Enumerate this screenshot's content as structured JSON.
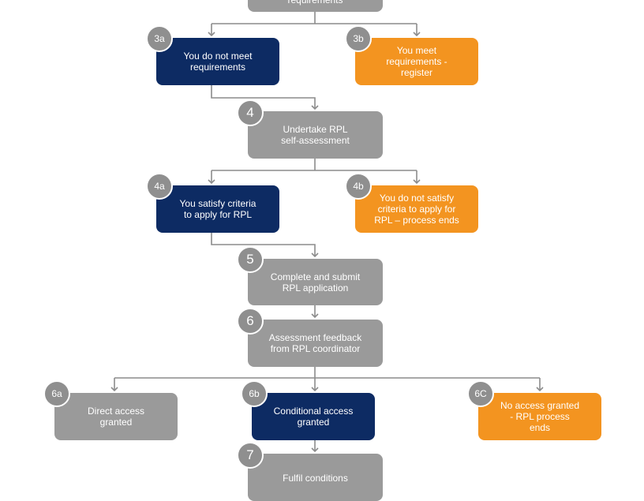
{
  "diagram": {
    "colors": {
      "grey": "#9a9a9a",
      "navy": "#0d2b63",
      "orange": "#f39420",
      "connector": "#8c8c8c",
      "badge": "#8f8f8f"
    },
    "steps": {
      "s3": {
        "text": "requirements"
      },
      "s3a": {
        "badge": "3a",
        "text": "You do not meet\nrequirements"
      },
      "s3b": {
        "badge": "3b",
        "text": "You meet\nrequirements -\nregister"
      },
      "s4": {
        "badge": "4",
        "text": "Undertake RPL\nself-assessment"
      },
      "s4a": {
        "badge": "4a",
        "text": "You satisfy criteria\nto apply for RPL"
      },
      "s4b": {
        "badge": "4b",
        "text": "You do not satisfy\ncriteria to apply for\nRPL – process ends"
      },
      "s5": {
        "badge": "5",
        "text": "Complete and submit\nRPL application"
      },
      "s6": {
        "badge": "6",
        "text": "Assessment feedback\nfrom RPL coordinator"
      },
      "s6a": {
        "badge": "6a",
        "text": "Direct access\ngranted"
      },
      "s6b": {
        "badge": "6b",
        "text": "Conditional access\ngranted"
      },
      "s6c": {
        "badge": "6C",
        "text": "No access granted\n-  RPL process\nends"
      },
      "s7": {
        "badge": "7",
        "text": "Fulfil conditions"
      }
    }
  }
}
